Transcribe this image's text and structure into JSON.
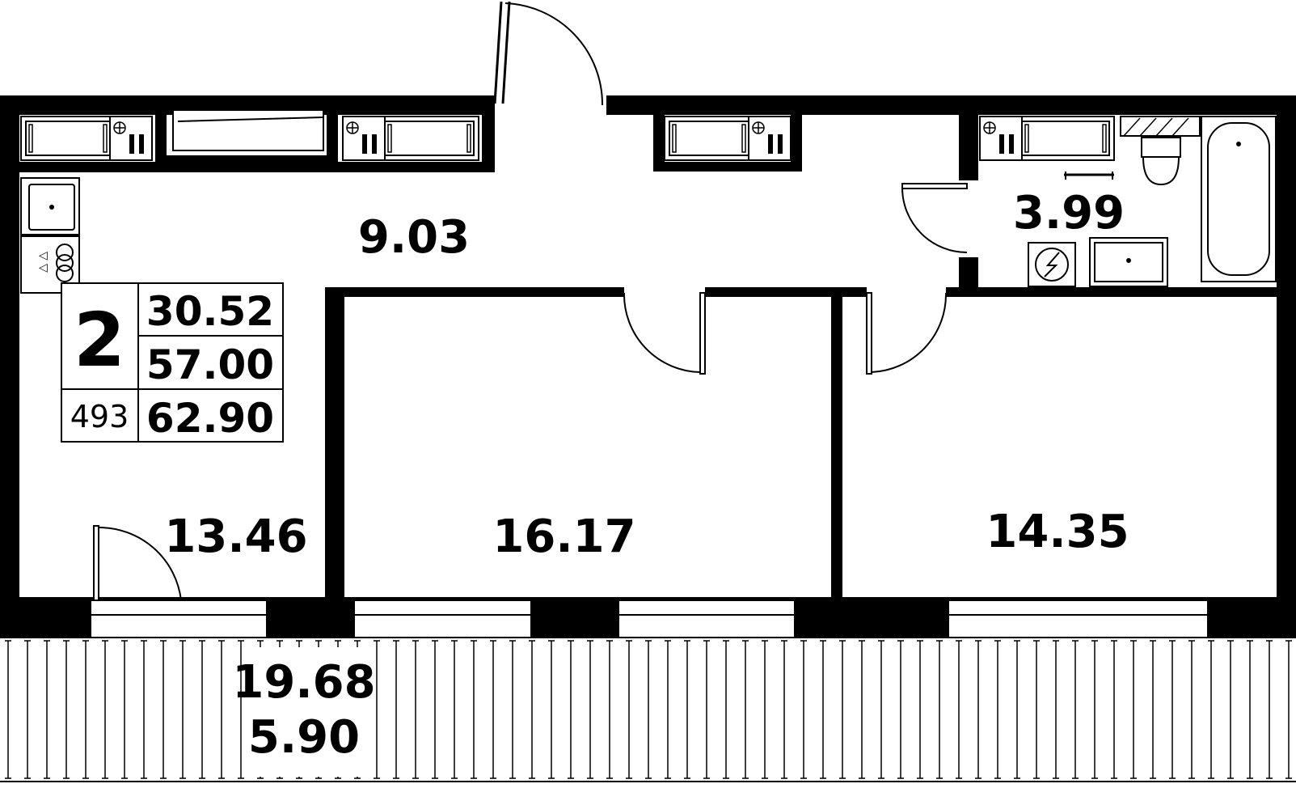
{
  "rooms": {
    "hallway_area": "9.03",
    "bathroom_area": "3.99",
    "kitchen_living_area": "13.46",
    "bedroom1_area": "16.17",
    "bedroom2_area": "14.35",
    "loggia_area": "19.68",
    "loggia_reduced_area": "5.90"
  },
  "summary": {
    "rooms_count": "2",
    "living_area": "30.52",
    "total_area": "57.00",
    "apartment_number": "493",
    "total_with_loggia": "62.90"
  }
}
